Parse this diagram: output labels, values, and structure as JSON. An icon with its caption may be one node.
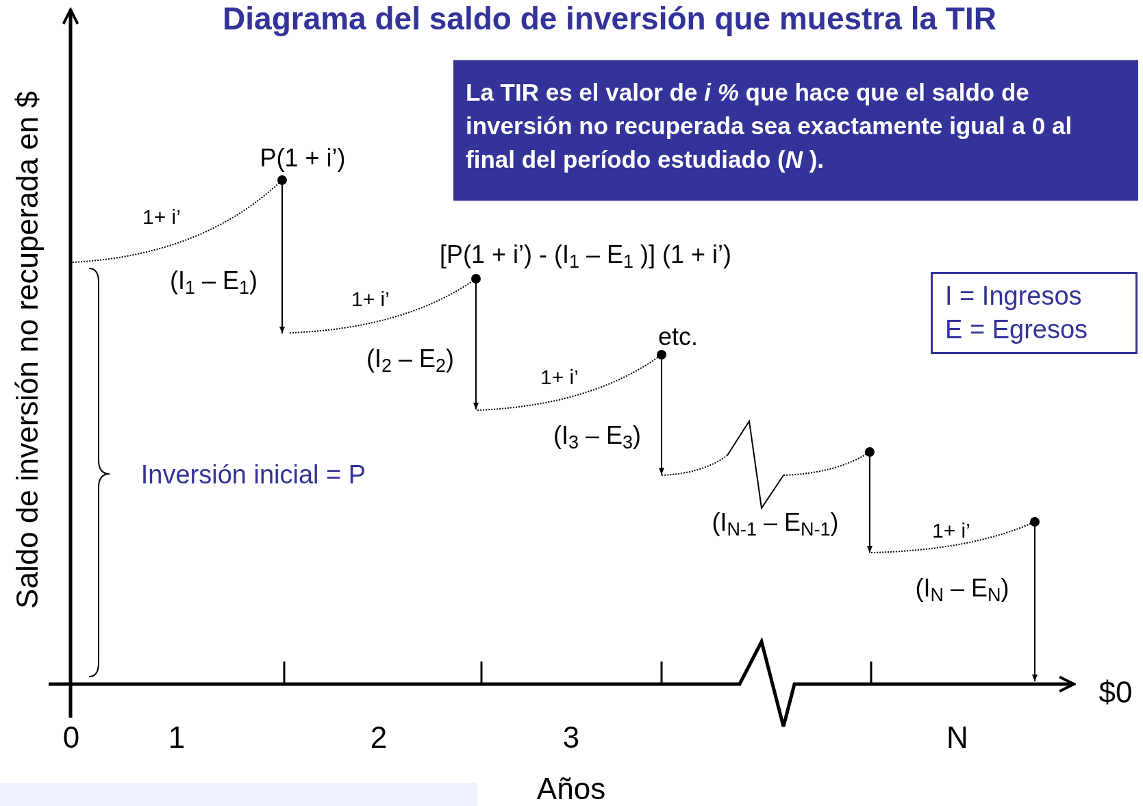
{
  "diagram": {
    "title": "Diagrama del saldo de inversión que muestra la TIR",
    "nodes": [
      {
        "text": [
          "La TIR es el valor de *i %* que hace que el saldo de inversión no recuperada sea exactamente igual a 0 al final del período estudiado (*N* )."
        ]
      },
      {
        "text": [
          "I = Ingresos",
          "E = Egresos"
        ]
      }
    ],
    "labels": [
      "Saldo de inversión no recuperada en $",
      "P(1 + i’)",
      "1+ i’",
      "[P(1 + i’) - (I$_{1}$ – E$_{1}$ )] (1 + i’)",
      "(I$_{1}$ – E$_{1}$)",
      "1+ i’",
      "etc.",
      "(I$_{2}$ – E$_{2}$)",
      "1+ i’",
      "(I$_{3}$ – E$_{3}$)",
      "Inversión inicial = P",
      "(I$_{N-1}$ – E$_{N-1}$)",
      "1+ i’",
      "(I$_{N}$ – E$_{N}$)",
      "$0",
      "0",
      "1",
      "2",
      "3",
      "N",
      "Años"
    ]
  }
}
